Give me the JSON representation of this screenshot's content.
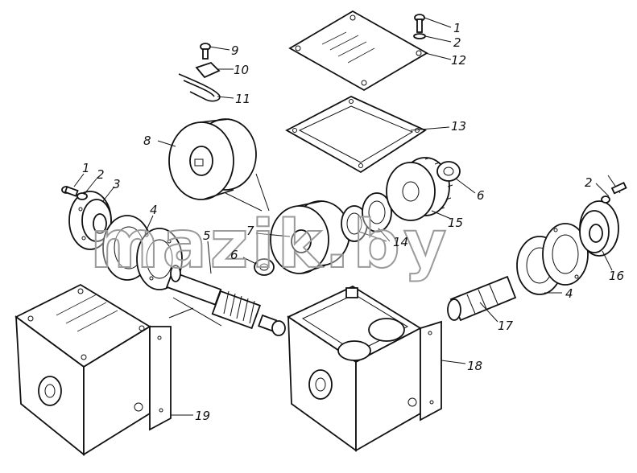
{
  "watermark": "mazik.by",
  "callouts": [
    {
      "id": "c1a",
      "text": "1"
    },
    {
      "id": "c2a",
      "text": "2"
    },
    {
      "id": "c12",
      "text": "12"
    },
    {
      "id": "c9",
      "text": "9"
    },
    {
      "id": "c10",
      "text": "10"
    },
    {
      "id": "c11",
      "text": "11"
    },
    {
      "id": "c13",
      "text": "13"
    },
    {
      "id": "c8",
      "text": "8"
    },
    {
      "id": "c1b",
      "text": "1"
    },
    {
      "id": "c2b",
      "text": "2"
    },
    {
      "id": "c3",
      "text": "3"
    },
    {
      "id": "c4a",
      "text": "4"
    },
    {
      "id": "c5",
      "text": "5"
    },
    {
      "id": "c6a",
      "text": "6"
    },
    {
      "id": "c7",
      "text": "7"
    },
    {
      "id": "c14",
      "text": "14"
    },
    {
      "id": "c15",
      "text": "15"
    },
    {
      "id": "c6b",
      "text": "6"
    },
    {
      "id": "c2c",
      "text": "2"
    },
    {
      "id": "c16",
      "text": "16"
    },
    {
      "id": "c4b",
      "text": "4"
    },
    {
      "id": "c17",
      "text": "17"
    },
    {
      "id": "c18",
      "text": "18"
    },
    {
      "id": "c19",
      "text": "19"
    }
  ]
}
